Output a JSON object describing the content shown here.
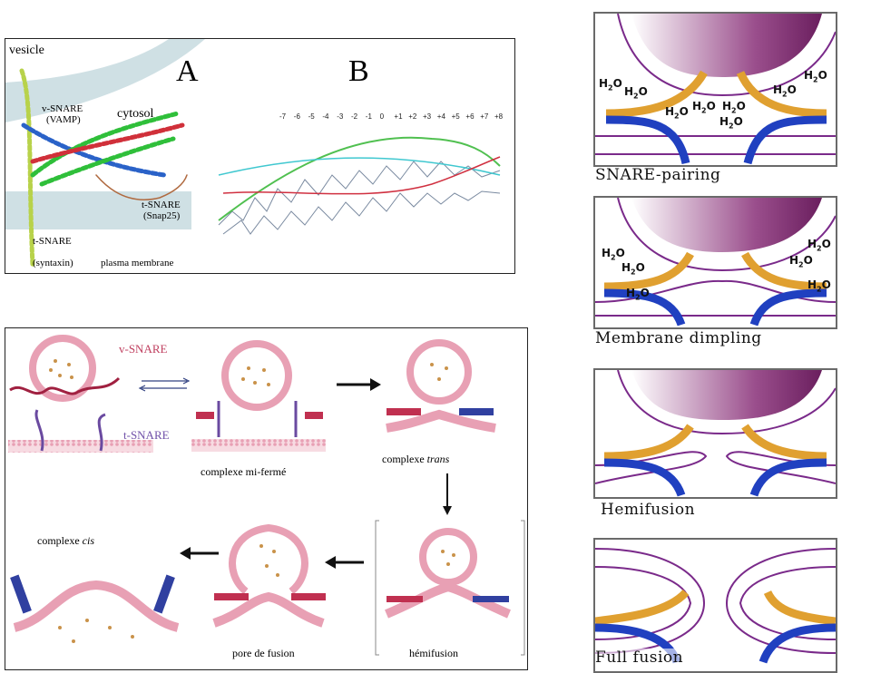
{
  "panel_a": {
    "letter_a": "A",
    "letter_b": "B",
    "labels": {
      "vesicle": "vesicle",
      "vsnare": "v-SNARE",
      "vamp": "(VAMP)",
      "cytosol": "cytosol",
      "tsnare_snap": "t-SNARE",
      "snap25": "(Snap25)",
      "tsnare_syn": "t-SNARE",
      "syntaxin": "(syntaxin)",
      "plasma": "plasma membrane"
    },
    "layer_numbers": [
      "-7",
      "-6",
      "-5",
      "-4",
      "-3",
      "-2",
      "-1",
      "0",
      "+1",
      "+2",
      "+3",
      "+4",
      "+5",
      "+6",
      "+7",
      "+8"
    ]
  },
  "panel_c": {
    "vsnare": "v-SNARE",
    "tsnare": "t-SNARE",
    "mi_ferme": "complexe mi-fermé",
    "trans_prefix": "complexe ",
    "trans_italic": "trans",
    "cis_prefix": "complexe ",
    "cis_italic": "cis",
    "pore": "pore de fusion",
    "hemifusion": "hémifusion"
  },
  "stages": [
    {
      "caption": "SNARE-pairing"
    },
    {
      "caption": "Membrane dimpling"
    },
    {
      "caption": "Hemifusion"
    },
    {
      "caption": "Full fusion"
    }
  ],
  "water": {
    "h": "H",
    "sub": "2",
    "o": "O"
  },
  "colors": {
    "vesicle_purple": "#7a2a6e",
    "membrane_line": "#7a2a8a",
    "snare_orange": "#e0a030",
    "snare_blue": "#2040c0",
    "panel_a_band": "#cfe0e4"
  }
}
